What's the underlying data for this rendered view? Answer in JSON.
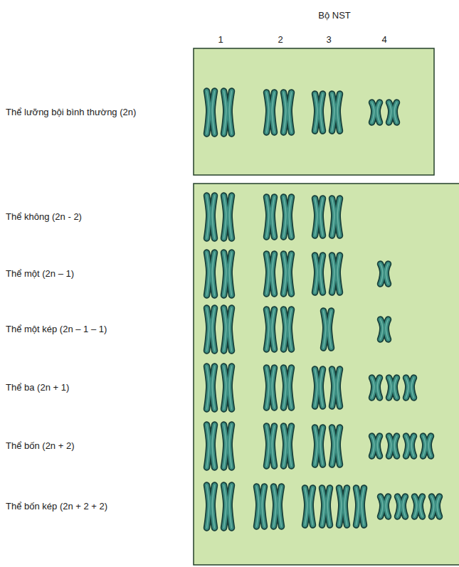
{
  "diagram": {
    "labels": [
      "Bộ NST",
      "1",
      "2",
      "3",
      "4",
      "Thể lưỡng bội bình thường (2n)",
      "Thể không (2n - 2)",
      "Thể một (2n – 1)",
      "Thể một kép (2n – 1 – 1)",
      "Thể ba (2n + 1)",
      "Thể bốn (2n + 2)",
      "Thể bốn kép (2n + 2 + 2)"
    ]
  }
}
